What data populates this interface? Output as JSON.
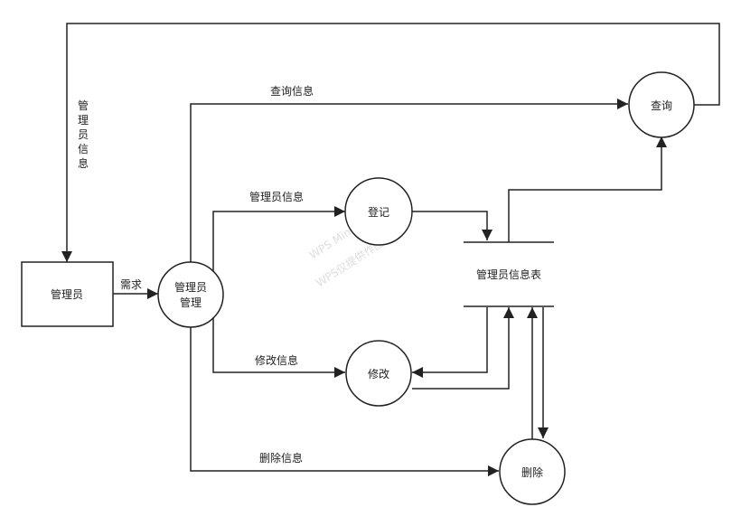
{
  "entities": {
    "admin": "管理员"
  },
  "processes": {
    "manage_line1": "管理员",
    "manage_line2": "管理",
    "register": "登记",
    "query": "查询",
    "modify": "修改",
    "delete": "删除"
  },
  "datastore": {
    "label": "管理员信息表"
  },
  "flows": {
    "demand": "需求",
    "query_info": "查询信息",
    "admin_info": "管理员信息",
    "modify_info": "修改信息",
    "delete_info": "删除信息",
    "admin_info_vertical": [
      "管",
      "理",
      "员",
      "信",
      "息"
    ]
  },
  "watermark": {
    "large": "WPS Mind",
    "small": "WPS仅提供作图能力"
  }
}
